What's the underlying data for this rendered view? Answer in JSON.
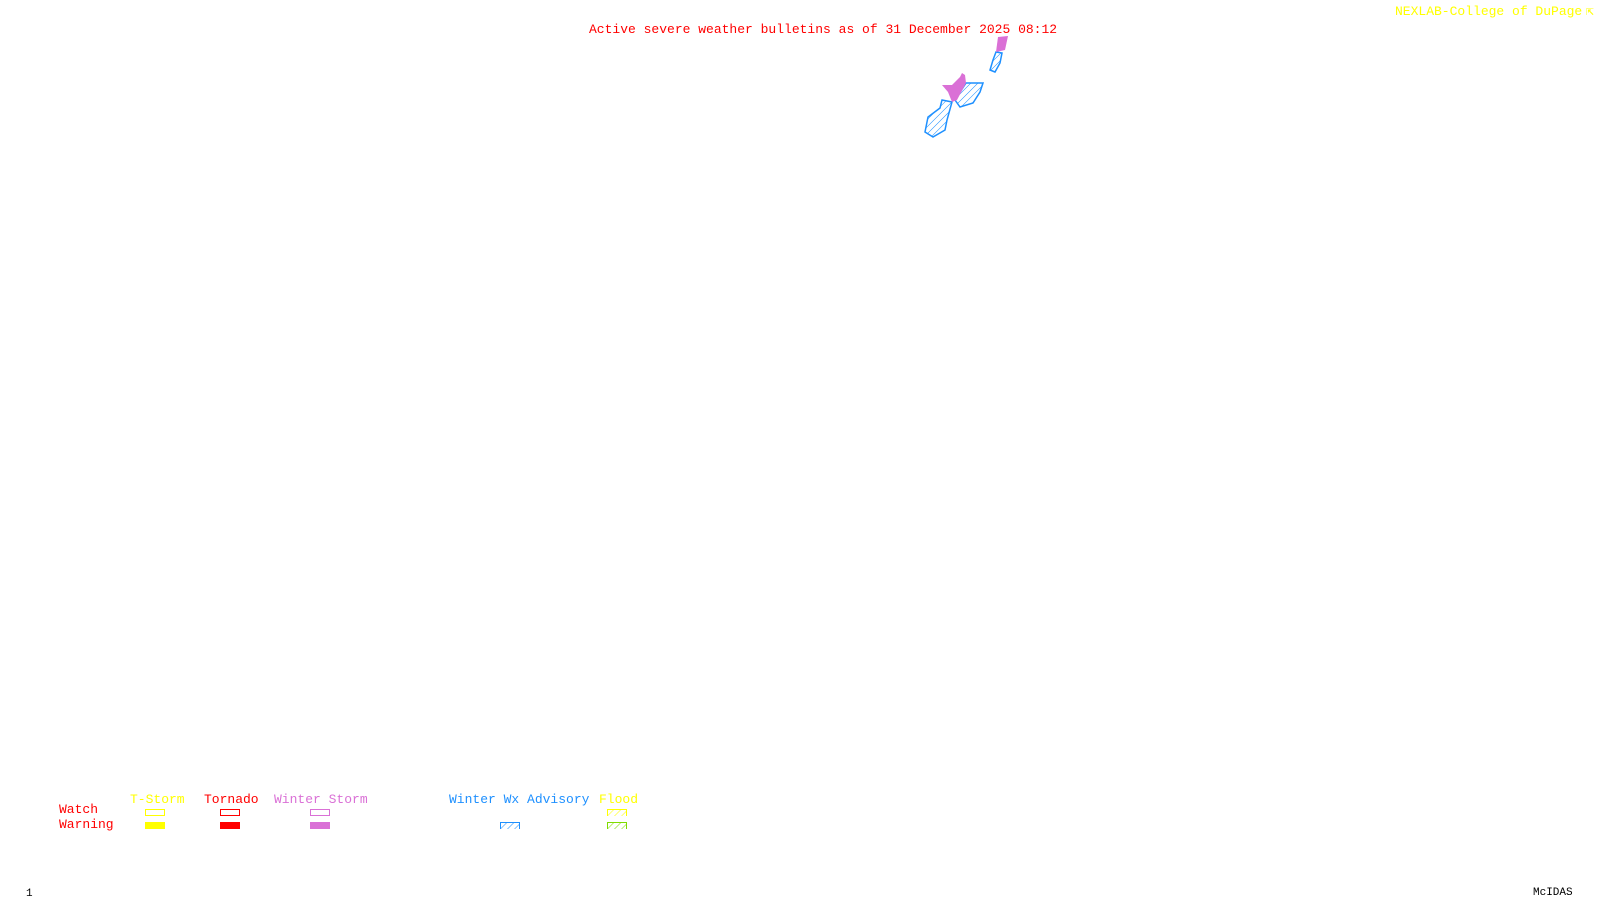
{
  "header": {
    "title": "Active severe weather bulletins as of 31 December 2025 08:12",
    "credit": "NEXLAB-College of DuPage",
    "credit_icon": "corner-arrow-icon"
  },
  "legend": {
    "row_labels": {
      "watch": "Watch",
      "warning": "Warning"
    },
    "categories": [
      {
        "label": "T-Storm",
        "color": "#ffff00",
        "watch": "outline",
        "warning": "solid"
      },
      {
        "label": "Tornado",
        "color": "#ff0000",
        "watch": "outline",
        "warning": "solid"
      },
      {
        "label": "Winter Storm",
        "color": "#da70d6",
        "watch": "outline",
        "warning": "solid"
      },
      {
        "label": "Winter Wx Advisory",
        "color": "#1e90ff",
        "warning": "hatched"
      },
      {
        "label": "Flood",
        "color": "#ffff00",
        "warning_color": "#7fdc00",
        "watch": "hatched",
        "warning": "hatched"
      }
    ]
  },
  "footer": {
    "frame_number": "1",
    "software": "McIDAS"
  },
  "colors": {
    "title": "#ff0000",
    "credit": "#ffff00",
    "winter_storm_warning": "#da70d6",
    "winter_wx_advisory": "#1e90ff"
  }
}
